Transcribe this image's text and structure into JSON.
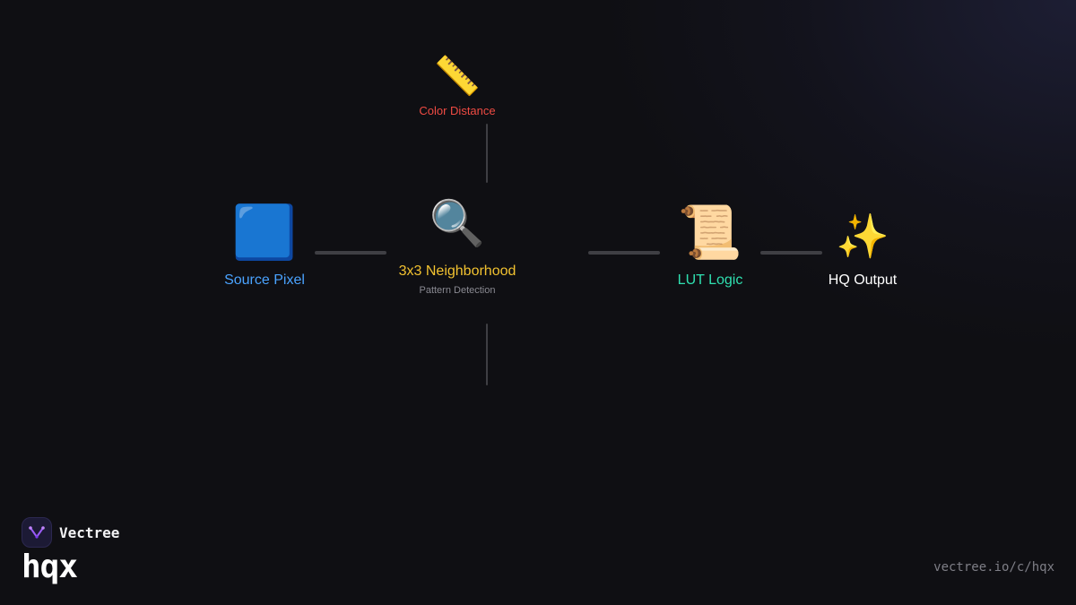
{
  "diagram": {
    "nodes": [
      {
        "id": "color-distance",
        "icon": "ruler-icon",
        "glyph": "📏",
        "label": "Color Distance",
        "sublabel": "",
        "color": "#ef4b43"
      },
      {
        "id": "source-pixel",
        "icon": "blue-square-icon",
        "glyph": "🟦",
        "label": "Source Pixel",
        "sublabel": "",
        "color": "#4aa3ff"
      },
      {
        "id": "neighborhood",
        "icon": "magnifier-icon",
        "glyph": "🔍",
        "label": "3x3 Neighborhood",
        "sublabel": "Pattern Detection",
        "color": "#f2c230"
      },
      {
        "id": "lut",
        "icon": "scroll-icon",
        "glyph": "📜",
        "label": "LUT Logic",
        "sublabel": "",
        "color": "#2fe0b0"
      },
      {
        "id": "hq-output",
        "icon": "sparkles-icon",
        "glyph": "✨",
        "label": "HQ Output",
        "sublabel": "",
        "color": "#ffffff"
      }
    ],
    "edges": [
      {
        "from": "source-pixel",
        "to": "neighborhood"
      },
      {
        "from": "neighborhood",
        "to": "lut"
      },
      {
        "from": "lut",
        "to": "hq-output"
      },
      {
        "from": "color-distance",
        "to": "neighborhood"
      }
    ]
  },
  "brand": {
    "name": "Vectree",
    "project": "hqx",
    "url": "vectree.io/c/hqx",
    "logo_icon": "vectree-logo-icon",
    "logo_color": "#9b5cf6"
  }
}
